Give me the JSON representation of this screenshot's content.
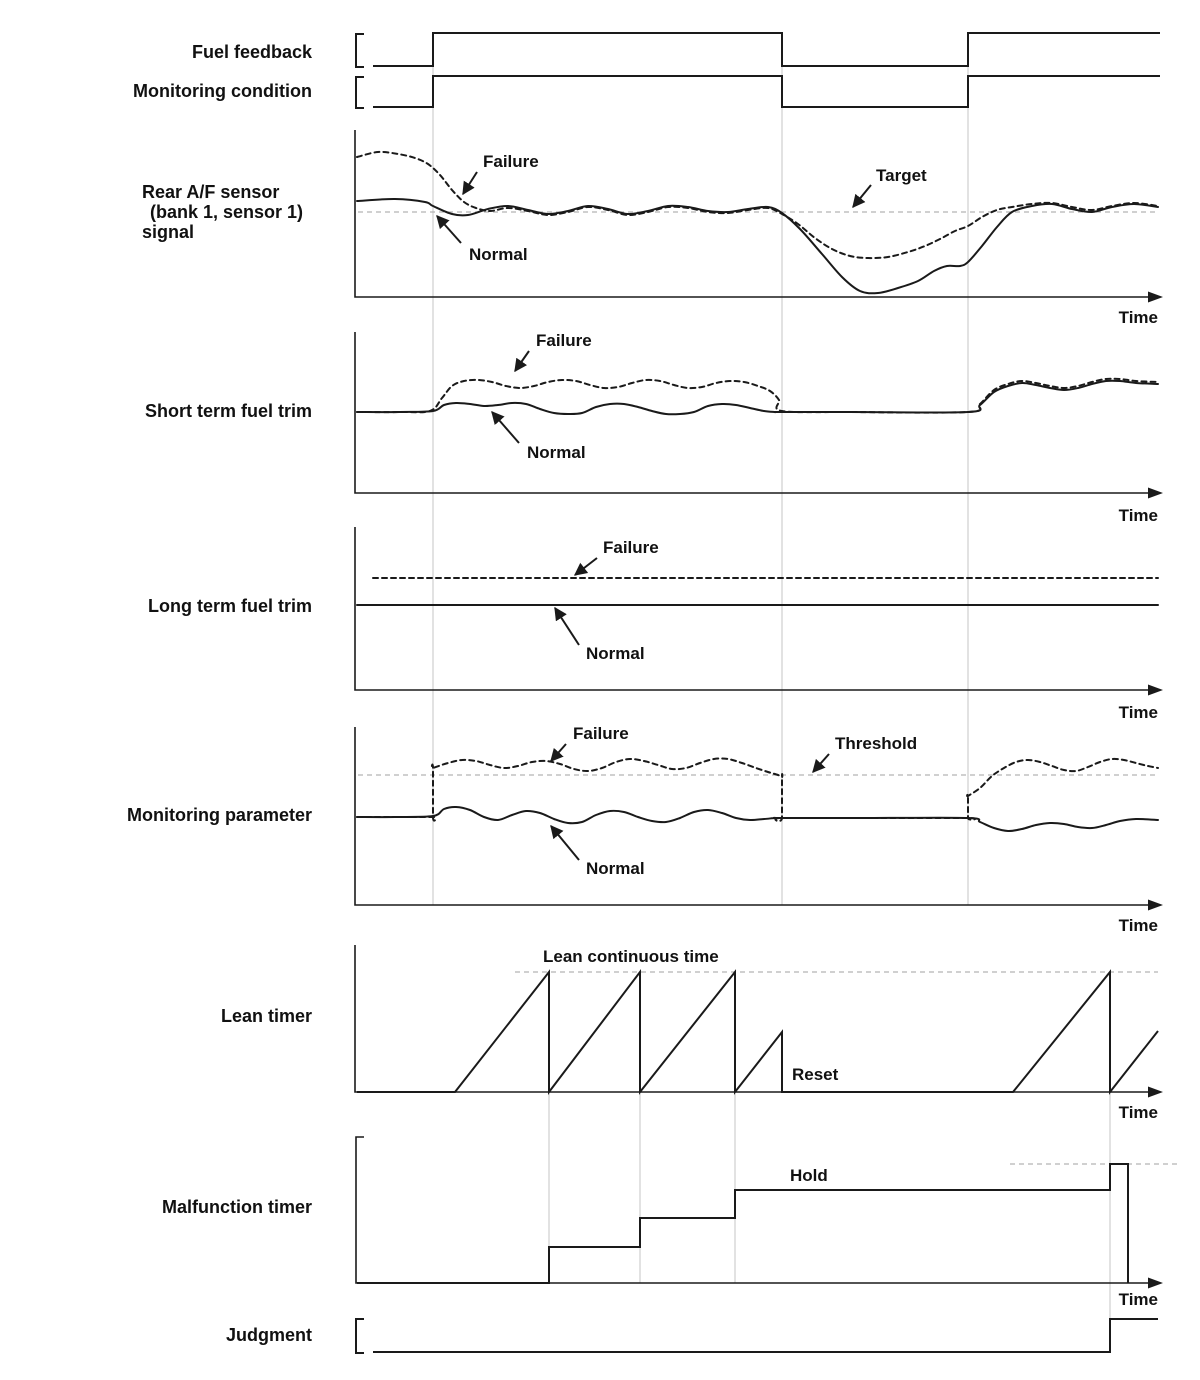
{
  "colors": {
    "signal": "#1a1a1a",
    "guide": "#c6c6c6",
    "reference": "#b3b3b3",
    "background": "#ffffff"
  },
  "rows": [
    {
      "id": "fuel-feedback",
      "label": "Fuel feedback",
      "type": "digital"
    },
    {
      "id": "monitoring-condition",
      "label": "Monitoring condition",
      "type": "digital"
    },
    {
      "id": "rear-af-sensor-signal",
      "label_lines": [
        "Rear A/F sensor",
        "(bank 1, sensor 1)",
        "signal"
      ],
      "type": "analog",
      "annotations": [
        "Failure",
        "Normal",
        "Target"
      ],
      "x_axis": "Time"
    },
    {
      "id": "short-term-fuel-trim",
      "label": "Short term fuel trim",
      "type": "analog",
      "annotations": [
        "Failure",
        "Normal"
      ],
      "x_axis": "Time"
    },
    {
      "id": "long-term-fuel-trim",
      "label": "Long term fuel trim",
      "type": "analog",
      "annotations": [
        "Failure",
        "Normal"
      ],
      "x_axis": "Time"
    },
    {
      "id": "monitoring-parameter",
      "label": "Monitoring parameter",
      "type": "analog",
      "annotations": [
        "Failure",
        "Threshold",
        "Normal"
      ],
      "x_axis": "Time"
    },
    {
      "id": "lean-timer",
      "label": "Lean timer",
      "type": "sawtooth",
      "annotations": [
        "Lean continuous time",
        "Reset"
      ],
      "x_axis": "Time"
    },
    {
      "id": "malfunction-timer",
      "label": "Malfunction timer",
      "type": "staircase",
      "annotations": [
        "Hold"
      ],
      "x_axis": "Time"
    },
    {
      "id": "judgment",
      "label": "Judgment",
      "type": "digital"
    }
  ]
}
